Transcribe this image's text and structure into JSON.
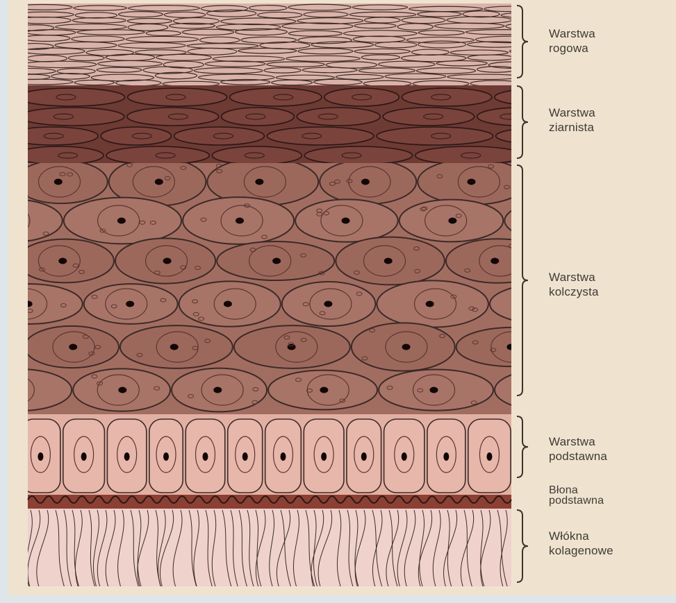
{
  "layers": [
    {
      "line1": "Warstwa",
      "line2": "rogowa"
    },
    {
      "line1": "Warstwa",
      "line2": "ziarnista"
    },
    {
      "line1": "Warstwa",
      "line2": "kolczysta"
    },
    {
      "line1": "Warstwa",
      "line2": "podstawna"
    },
    {
      "line1": "Błona",
      "line2": "podstawna"
    },
    {
      "line1": "Włókna",
      "line2": "kolagenowe"
    }
  ],
  "colors": {
    "background": "#dfe6ea",
    "plate": "#efe3cf",
    "stratum_corneum": "#d9b3a9",
    "stratum_granulosum": "#6e3a34",
    "stratum_spinosum": "#a26d61",
    "stratum_basale": "#e2b0a3",
    "basement_membrane": "#8c3f33",
    "collagen_zone": "#efd2cb",
    "outline": "#3b2a27"
  }
}
